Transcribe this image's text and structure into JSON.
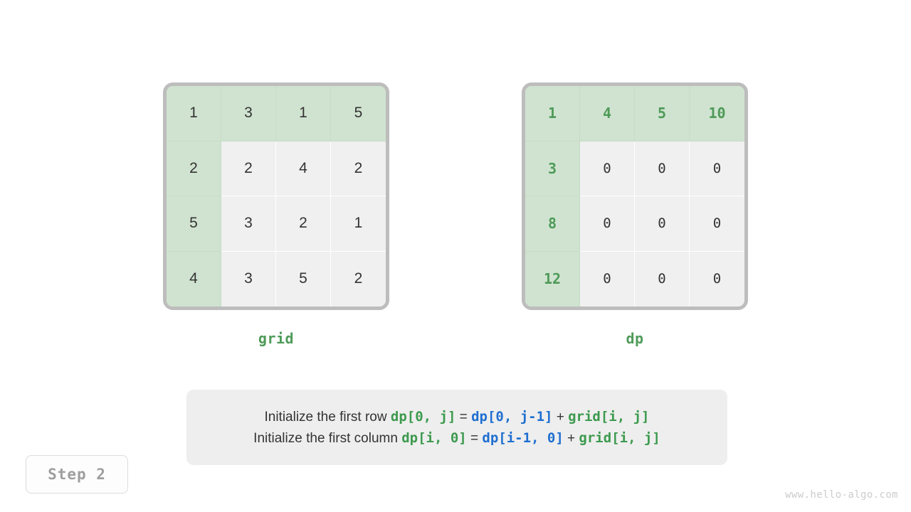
{
  "page": {
    "background_color": "#ffffff",
    "watermark": "www.hello-algo.com"
  },
  "colors": {
    "highlight_fill": "#d0e3d0",
    "cell_fill": "#f0f0f0",
    "border": "#bdbdbd",
    "green_text": "#4e9a58",
    "blue_text": "#1f6fd0",
    "dark_text": "#333333",
    "badge_text": "#9e9e9e",
    "panel_fill": "#eeeeee"
  },
  "step_badge": {
    "label": "Step 2"
  },
  "tables": [
    {
      "name": "grid",
      "caption": "grid",
      "rows": 4,
      "cols": 4,
      "values": [
        [
          "1",
          "3",
          "1",
          "5"
        ],
        [
          "2",
          "2",
          "4",
          "2"
        ],
        [
          "5",
          "3",
          "2",
          "1"
        ],
        [
          "4",
          "3",
          "5",
          "2"
        ]
      ],
      "highlighted": [
        [
          true,
          true,
          true,
          true
        ],
        [
          true,
          false,
          false,
          false
        ],
        [
          true,
          false,
          false,
          false
        ],
        [
          true,
          false,
          false,
          false
        ]
      ]
    },
    {
      "name": "dp",
      "caption": "dp",
      "rows": 4,
      "cols": 4,
      "values": [
        [
          "1",
          "4",
          "5",
          "10"
        ],
        [
          "3",
          "0",
          "0",
          "0"
        ],
        [
          "8",
          "0",
          "0",
          "0"
        ],
        [
          "12",
          "0",
          "0",
          "0"
        ]
      ],
      "highlighted": [
        [
          true,
          true,
          true,
          true
        ],
        [
          true,
          false,
          false,
          false
        ],
        [
          true,
          false,
          false,
          false
        ],
        [
          true,
          false,
          false,
          false
        ]
      ]
    }
  ],
  "formula": {
    "lines": [
      {
        "prose": "Initialize the first row ",
        "lhs": "dp[0, j]",
        "equals": " = ",
        "rhs": "dp[0, j-1]",
        "plus": " + ",
        "addend": "grid[i, j]"
      },
      {
        "prose": "Initialize the first column ",
        "lhs": "dp[i, 0]",
        "equals": " = ",
        "rhs": "dp[i-1, 0]",
        "plus": " + ",
        "addend": "grid[i, j]"
      }
    ]
  }
}
